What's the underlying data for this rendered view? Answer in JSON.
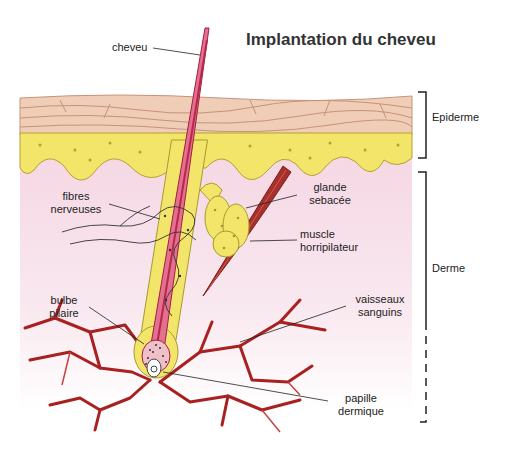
{
  "diagram": {
    "title": "Implantation du cheveu",
    "labels": [
      "cheveu",
      "Epiderme",
      "fibres nerveuses",
      "glande sebacée",
      "muscle horripilateur",
      "Derme",
      "vaisseaux sanguins",
      "bulbe pilaire",
      "papille dermique"
    ]
  }
}
